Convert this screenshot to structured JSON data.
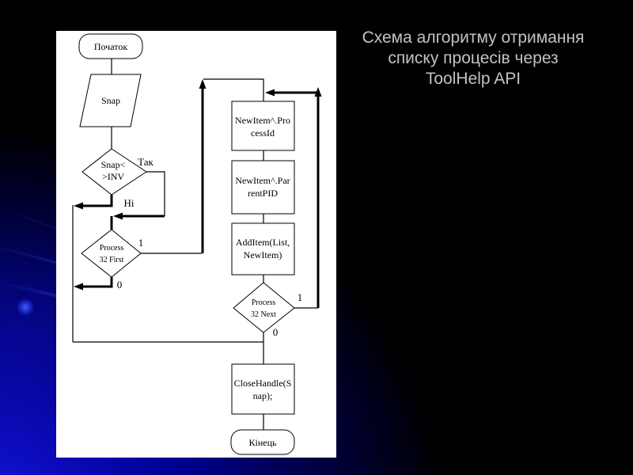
{
  "title": {
    "lines": [
      "Схема алгоритму отримання",
      "списку процесів через",
      "ToolHelp API"
    ]
  },
  "flowchart": {
    "start_label": "Початок",
    "snap_label": "Snap",
    "decision_snap": {
      "line1": "Snap<",
      "line2": ">INV",
      "yes_label": "Так",
      "no_label": "Ні"
    },
    "decision_p32first": {
      "line1": "Process",
      "line2": "32 First",
      "true_label": "1",
      "false_label": "0"
    },
    "box_processid": {
      "line1": "NewItem^.Pro",
      "line2": "cessId"
    },
    "box_parentpid": {
      "line1": "NewItem^.Par",
      "line2": "rentPID"
    },
    "box_additem": {
      "line1": "AddItem(List,",
      "line2": "NewItem)"
    },
    "decision_p32next": {
      "line1": "Process",
      "line2": "32 Next",
      "true_label": "1",
      "false_label": "0"
    },
    "box_closehandle": {
      "line1": "CloseHandle(S",
      "line2": "nap);"
    },
    "end_label": "Кінець"
  },
  "colors": {
    "background": "#000000",
    "corner_glow_blue": "#1212c8",
    "accent_dot_blue": "#3246e6",
    "panel_background": "#ffffff",
    "diagram_line": "#000000",
    "title_text": "#c2c2c2"
  }
}
